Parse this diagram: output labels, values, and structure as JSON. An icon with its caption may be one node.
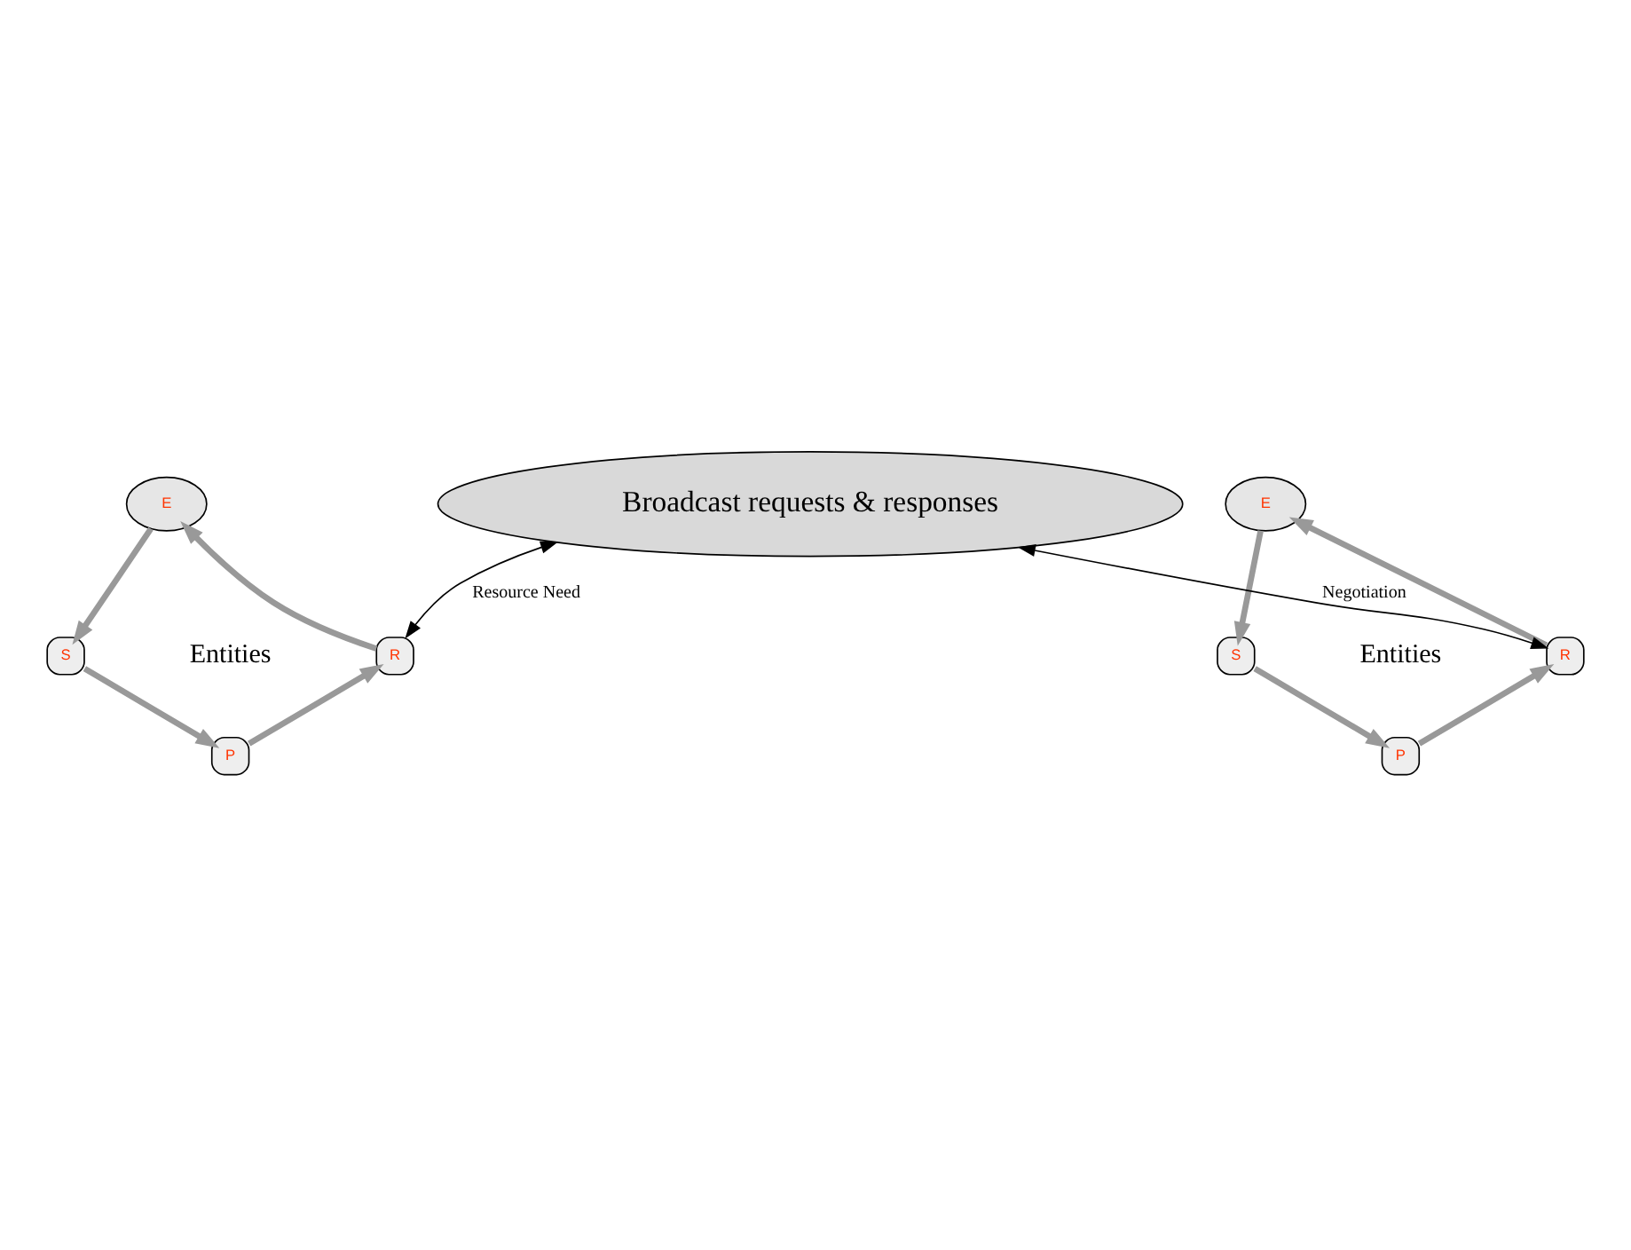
{
  "diagram": {
    "nodes": [
      {
        "text": [
          "E"
        ]
      },
      {
        "text": [
          "S"
        ]
      },
      {
        "text": [
          "R"
        ]
      },
      {
        "text": [
          "P"
        ]
      },
      {
        "text": [
          "Broadcast requests & responses"
        ]
      },
      {
        "text": [
          "E"
        ]
      },
      {
        "text": [
          "S"
        ]
      },
      {
        "text": [
          "R"
        ]
      },
      {
        "text": [
          "P"
        ]
      }
    ],
    "edges": [
      {
        "from": 0,
        "to": 1,
        "arrow": "to"
      },
      {
        "from": 2,
        "to": 0,
        "arrow": "to"
      },
      {
        "from": 1,
        "to": 3,
        "arrow": "to"
      },
      {
        "from": 3,
        "to": 2,
        "arrow": "to"
      },
      {
        "from": 2,
        "to": 4,
        "arrow": "both",
        "label": "Resource Need",
        "color": "#000000"
      },
      {
        "from": 5,
        "to": 6,
        "arrow": "to"
      },
      {
        "from": 7,
        "to": 5,
        "arrow": "to"
      },
      {
        "from": 6,
        "to": 8,
        "arrow": "to"
      },
      {
        "from": 8,
        "to": 7,
        "arrow": "to"
      },
      {
        "from": 4,
        "to": 7,
        "arrow": "both",
        "label": "Negotiation",
        "color": "#000000"
      }
    ],
    "labels": [
      "Entities",
      "Entities"
    ]
  }
}
